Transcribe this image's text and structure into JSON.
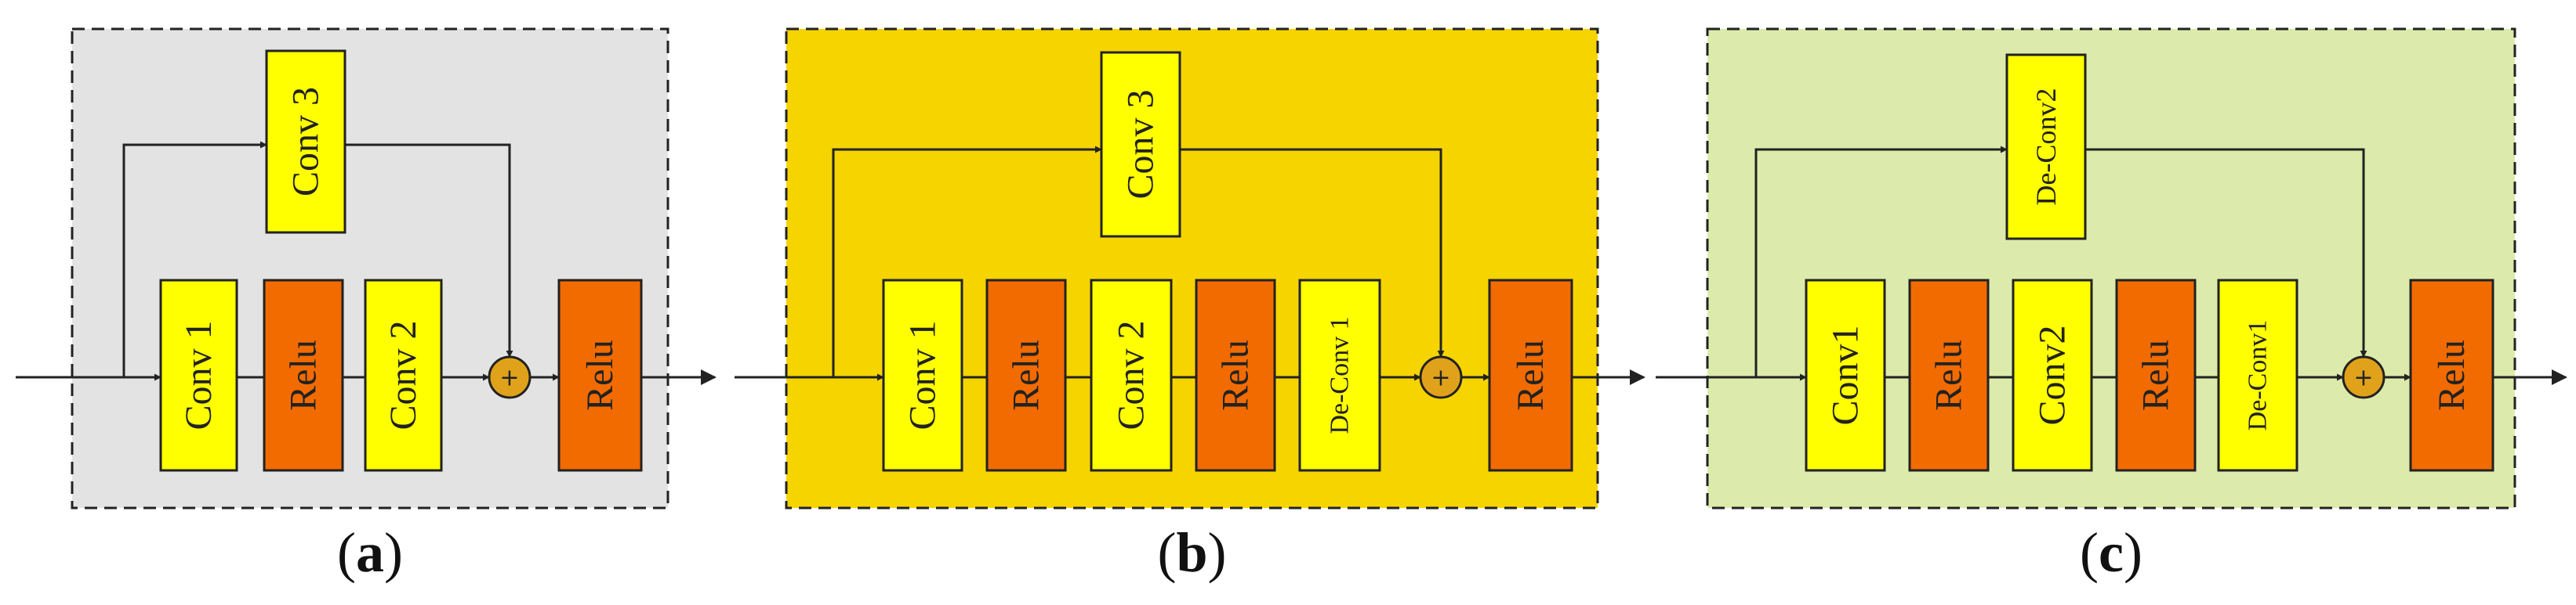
{
  "colors": {
    "conv": "#ffff00",
    "relu": "#f26b00",
    "adder": "#e0a21a",
    "line": "#222222"
  },
  "panels": [
    {
      "id": "a",
      "background": "#e3e3e3",
      "caption": {
        "open": "(",
        "letter": "a",
        "close": ")"
      },
      "shortcut": "Conv 3",
      "blocks": [
        {
          "kind": "conv",
          "label": "Conv 1"
        },
        {
          "kind": "relu",
          "label": "Relu"
        },
        {
          "kind": "conv",
          "label": "Conv 2"
        }
      ],
      "post": "Relu"
    },
    {
      "id": "b",
      "background": "#f6d400",
      "caption": {
        "open": "(",
        "letter": "b",
        "close": ")"
      },
      "shortcut": "Conv 3",
      "blocks": [
        {
          "kind": "conv",
          "label": "Conv 1"
        },
        {
          "kind": "relu",
          "label": "Relu"
        },
        {
          "kind": "conv",
          "label": "Conv 2"
        },
        {
          "kind": "relu",
          "label": "Relu"
        },
        {
          "kind": "conv",
          "label": "De-Conv 1"
        }
      ],
      "post": "Relu"
    },
    {
      "id": "c",
      "background": "#dcebab",
      "caption": {
        "open": "(",
        "letter": "c",
        "close": ")"
      },
      "shortcut": "De-Conv2",
      "blocks": [
        {
          "kind": "conv",
          "label": "Conv1"
        },
        {
          "kind": "relu",
          "label": "Relu"
        },
        {
          "kind": "conv",
          "label": "Conv2"
        },
        {
          "kind": "relu",
          "label": "Relu"
        },
        {
          "kind": "conv",
          "label": "De-Conv1"
        }
      ],
      "post": "Relu"
    }
  ]
}
